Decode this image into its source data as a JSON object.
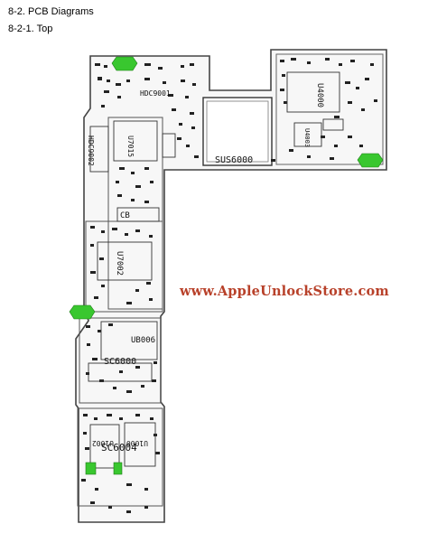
{
  "section_heading": "8-2. PCB Diagrams",
  "subsection_heading": "8-2-1. Top",
  "watermark": "www.AppleUnlockStore.com",
  "components": {
    "hdc9001": "HDC9001",
    "hdc9002": "HDC9002",
    "u7015": "U7015",
    "sus6000": "SUS6000",
    "u4000": "U4000",
    "u4003": "U4003",
    "u7002": "U7002",
    "sc6000": "SC6000",
    "ub006": "UB006",
    "sc6004": "SC6004",
    "u1002": "U1002",
    "u1000": "U1000",
    "cb": "CB"
  },
  "colors": {
    "board_outline": "#444444",
    "component_green": "#39c72f",
    "watermark": "#b8412a"
  }
}
